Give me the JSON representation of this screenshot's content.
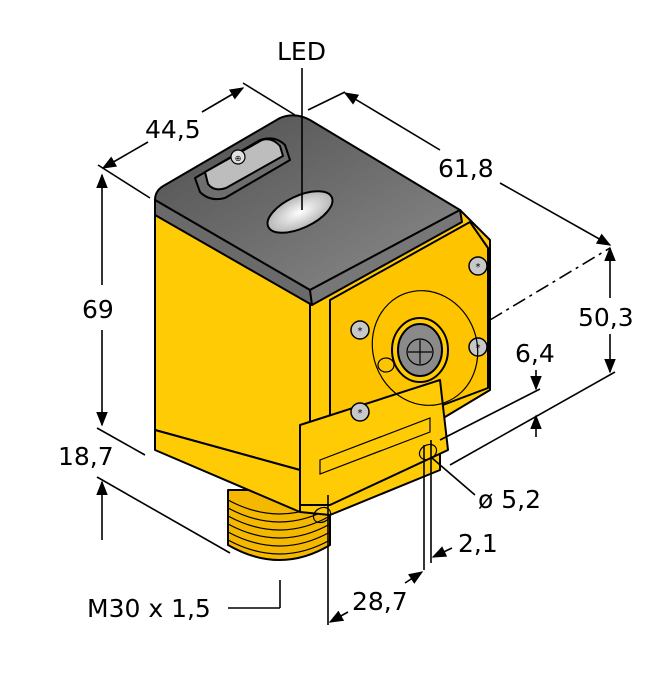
{
  "drawing": {
    "title": "Sensor housing dimension drawing",
    "units": "mm",
    "colors": {
      "housing_yellow": "#FFCB05",
      "housing_shadow": "#E0A800",
      "thread_yellow": "#F5B800",
      "cap_dark": "#5A5A5A",
      "cap_mid": "#7A7A7A",
      "led_window": "#D9D9D9",
      "screw_silver": "#C8C8C8",
      "connector_gray": "#8A8A8A",
      "line": "#000000"
    },
    "labels": {
      "led": "LED",
      "width_top": "44,5",
      "length_top": "61,8",
      "height_total": "69",
      "height_front": "50,3",
      "offset_front": "6,4",
      "thread_length": "18,7",
      "thread_spec": "M30 x 1,5",
      "hole_spacing": "28,7",
      "hole_offset": "2,1",
      "hole_diameter": "ø 5,2"
    }
  }
}
